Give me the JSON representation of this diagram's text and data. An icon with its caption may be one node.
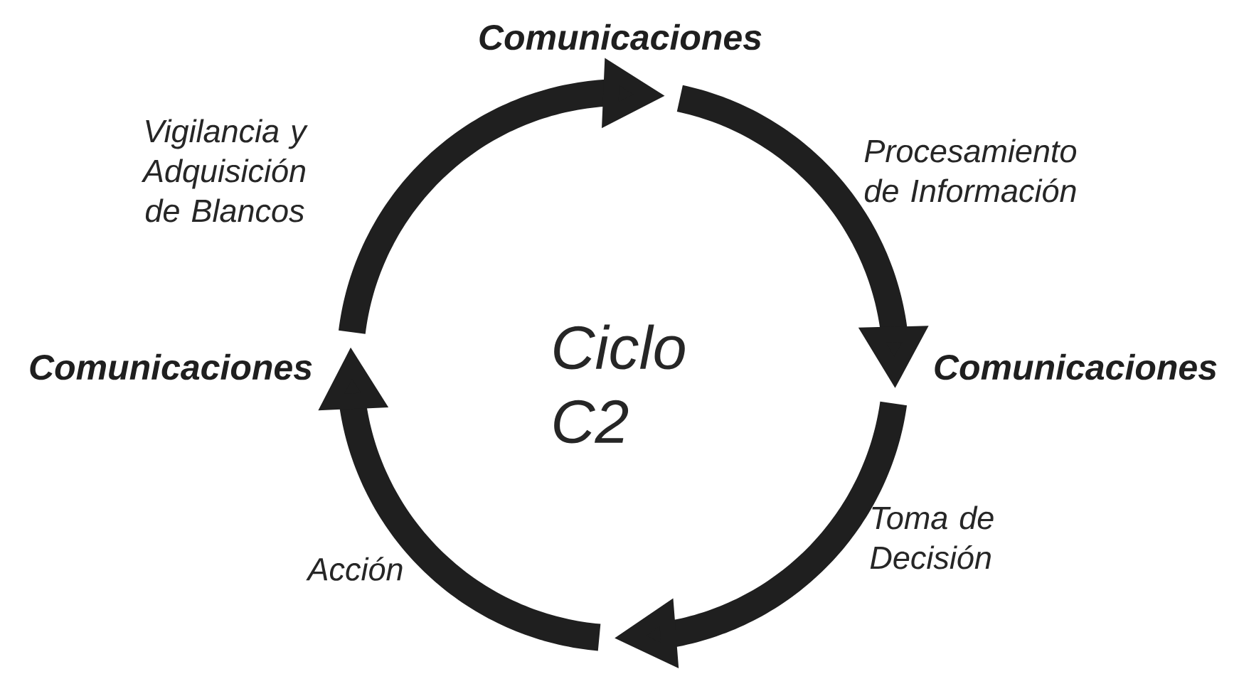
{
  "diagram": {
    "nodes": [
      {
        "text": [
          "Comunicaciones"
        ]
      },
      {
        "text": [
          "Comunicaciones"
        ]
      },
      {
        "text": [
          "Comunicaciones"
        ]
      }
    ],
    "edges": [
      {
        "from": 0,
        "to": 2,
        "arrow": "to",
        "label": "Procesamiento de Información"
      },
      {
        "from": 2,
        "to": null,
        "arrow": "to",
        "label": "Toma de Decisión"
      },
      {
        "from": null,
        "to": 1,
        "arrow": "to",
        "label": "Acción"
      },
      {
        "from": 1,
        "to": 0,
        "arrow": "to",
        "label": "Vigilancia y Adquisición de Blancos"
      }
    ],
    "labels": [
      "Ciclo C2"
    ]
  }
}
